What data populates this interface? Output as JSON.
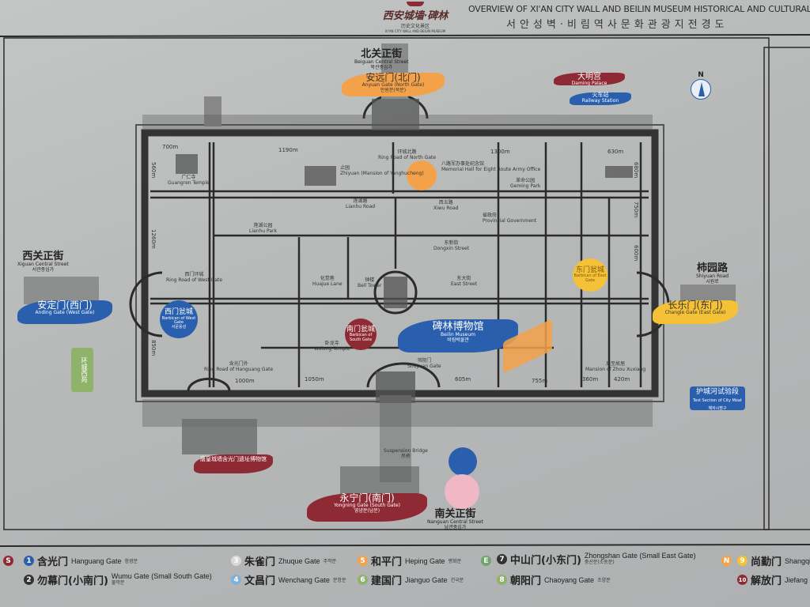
{
  "header": {
    "logo_cn": "西安城墙·碑林",
    "logo_sub": "历史文化景区",
    "logo_en": "XI'AN CITY WALL AND BEILIN MUSEUM",
    "title_en": "OVERVIEW OF XI'AN CITY WALL AND BEILIN MUSEUM HISTORICAL AND CULTURAL SCENIC",
    "title_ko": "서안성벽·비림역사문화관광지전경도"
  },
  "colors": {
    "red": "#8e2a33",
    "blue": "#2a5fae",
    "orange": "#f4a24a",
    "yellow": "#f5c136",
    "green": "#8fb36a",
    "pink": "#f0b8c4",
    "background": "#b9bbbb"
  },
  "compass": "N",
  "streets": {
    "north": {
      "cn": "北关正街",
      "en": "Beiguan Central Street",
      "ko": "북관중심가"
    },
    "west": {
      "cn": "西关正街",
      "en": "Xiguan Central Street",
      "ko": "서관중심가"
    },
    "east": {
      "cn": "柿园路",
      "en": "Shiyuan Road",
      "ko": "시원로"
    },
    "south": {
      "cn": "南关正街",
      "en": "Nanguan Central Street",
      "ko": "남관중심가"
    }
  },
  "gates": {
    "north": {
      "cn": "安远门(北门)",
      "en": "Anyuan Gate (North Gate)",
      "ko": "안원문(북문)"
    },
    "west": {
      "cn": "安定门(西门)",
      "en": "Anding Gate (West Gate)"
    },
    "east": {
      "cn": "长乐门(东门)",
      "en": "Changle Gate (East Gate)"
    },
    "south": {
      "cn": "永宁门(南门)",
      "en": "Yongning Gate (South Gate)",
      "ko": "영녕문(남문)"
    }
  },
  "highlights": {
    "daming": {
      "cn": "大明宫",
      "en": "Daming Palace"
    },
    "railway": {
      "cn": "火车站",
      "en": "Railway Station"
    },
    "west_barbican": {
      "cn": "西门瓮城",
      "en": "Barbican of West Gate",
      "ko": "서문옹성"
    },
    "south_barbican": {
      "cn": "南门瓮城",
      "en": "Barbican of South Gate"
    },
    "east_barbican": {
      "cn": "东门瓮城",
      "en": "Barbican of East Gate"
    },
    "beilin": {
      "cn": "碑林博物馆",
      "en": "Beilin Museum",
      "ko": "비림박물관"
    },
    "west_garden": {
      "cn": "环城西苑"
    },
    "moat": {
      "cn": "护城河试验段",
      "en": "Test Section of City Moat",
      "ko": "해자시범구"
    },
    "hanguang": {
      "cn": "唐皇城墙含光门遗址博物馆"
    }
  },
  "places": [
    {
      "cn": "广仁寺",
      "en": "Guangren Temple"
    },
    {
      "cn": "止园",
      "en": "Zhiyuan (Mansion of Yanghucheng)"
    },
    {
      "cn": "莲湖路",
      "en": "Lianhu Road"
    },
    {
      "cn": "莲湖公园",
      "en": "Lianhu Park"
    },
    {
      "cn": "八路军办事处纪念馆",
      "en": "Memorial Hall for Eight Route Army Office"
    },
    {
      "cn": "革命公园",
      "en": "Geming Park"
    },
    {
      "cn": "西五路",
      "en": "Xiwu Road"
    },
    {
      "cn": "东新街",
      "en": "Dongxin Street"
    },
    {
      "cn": "省政府",
      "en": "Provincial Government"
    },
    {
      "cn": "东大街",
      "en": "East Street"
    },
    {
      "cn": "书院门",
      "en": "Shuyuan Gate"
    },
    {
      "cn": "卧龙寺",
      "en": "Wolong Temple"
    },
    {
      "cn": "含光门外",
      "en": "Ring Road of Hanguang Gate"
    },
    {
      "cn": "环城北路",
      "en": "Ring Road of North Gate"
    },
    {
      "cn": "西门环城",
      "en": "Ring Road of West Gate"
    },
    {
      "cn": "钟楼",
      "en": "Bell Tower"
    },
    {
      "cn": "周至故居",
      "en": "Mansion of Zhou Xuxiang"
    },
    {
      "cn": "化觉巷",
      "en": "Huajue Lane"
    },
    {
      "cn": "吊桥",
      "en": "Suspension Bridge"
    }
  ],
  "distances": [
    "700m",
    "1190m",
    "1300m",
    "630m",
    "560m",
    "1260m",
    "850m",
    "1000m",
    "1050m",
    "605m",
    "755m",
    "360m",
    "420m",
    "750m",
    "600m",
    "680m"
  ],
  "legend": [
    {
      "group": "S",
      "group_color": "#8e2a33",
      "num": "1",
      "color": "#2a5fae",
      "cn": "含光门",
      "en": "Hanguang Gate",
      "ko": "함광문"
    },
    {
      "num": "2",
      "color": "#333333",
      "cn": "勿幕门(小南门)",
      "en": "Wumu Gate (Small South Gate)",
      "ko": "물막문"
    },
    {
      "num": "3",
      "color": "#d8d8d8",
      "cn": "朱雀门",
      "en": "Zhuque Gate",
      "ko": "주작문"
    },
    {
      "num": "4",
      "color": "#7fb2d8",
      "cn": "文昌门",
      "en": "Wenchang Gate",
      "ko": "문창문"
    },
    {
      "num": "5",
      "color": "#f4a24a",
      "cn": "和平门",
      "en": "Heping Gate",
      "ko": "평화문"
    },
    {
      "num": "6",
      "color": "#8fb36a",
      "cn": "建国门",
      "en": "Jianguo Gate",
      "ko": "건국문"
    },
    {
      "group": "E",
      "group_color": "#6fa56a",
      "num": "7",
      "color": "#333333",
      "cn": "中山门(小东门)",
      "en": "Zhongshan Gate (Small East Gate)",
      "ko": "중산문(소동문)"
    },
    {
      "num": "8",
      "color": "#8fb36a",
      "cn": "朝阳门",
      "en": "Chaoyang Gate",
      "ko": "조양문"
    },
    {
      "group": "N",
      "group_color": "#f4a24a",
      "num": "9",
      "color": "#f5c136",
      "cn": "尚勤门",
      "en": "Shangqin Gate"
    },
    {
      "num": "10",
      "color": "#8e2a33",
      "cn": "解放门",
      "en": "Jiefang Gate"
    }
  ]
}
